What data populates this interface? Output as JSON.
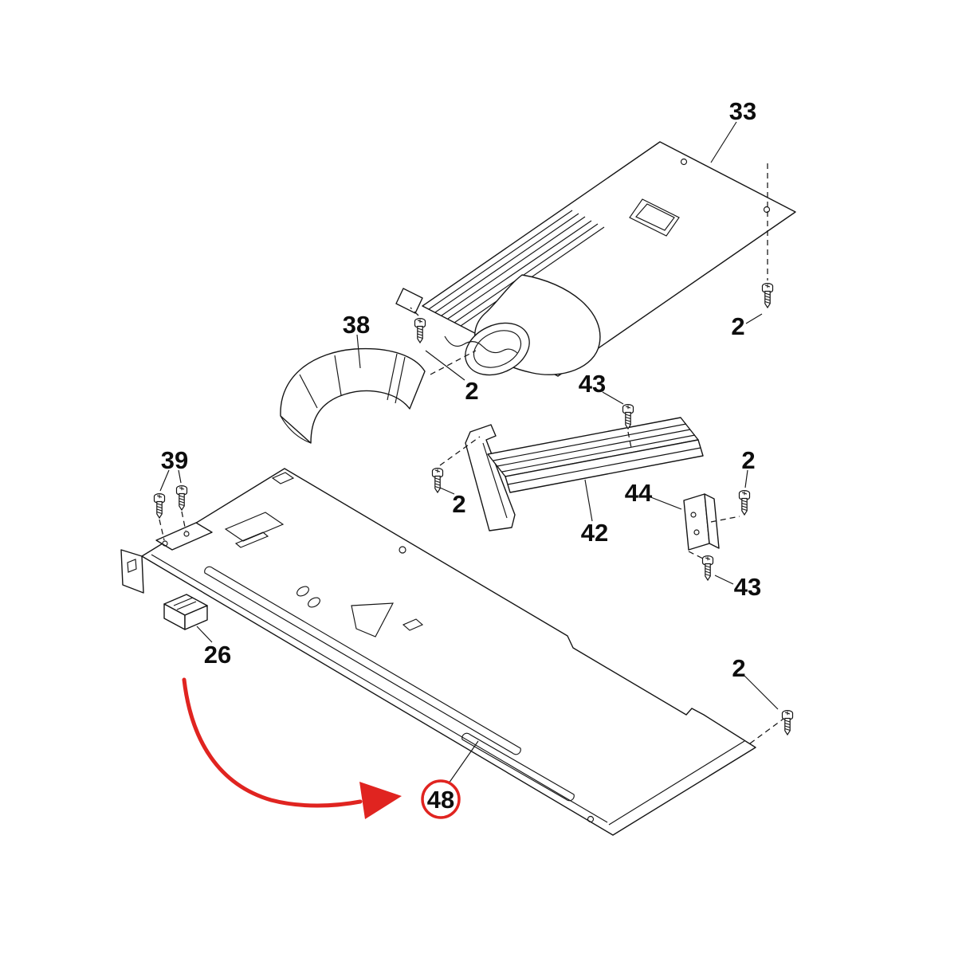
{
  "diagram": {
    "colors": {
      "callout": "#e02420",
      "ink": "#151515"
    },
    "labels": [
      {
        "part": "top-blower-panel",
        "text": "33"
      },
      {
        "part": "elbow-duct",
        "text": "38"
      },
      {
        "part": "screw-elbow-area",
        "text": "2"
      },
      {
        "part": "screw-right-of-panel",
        "text": "2"
      },
      {
        "part": "screw-rail-top",
        "text": "43"
      },
      {
        "part": "screw-rail-left",
        "text": "2"
      },
      {
        "part": "rail-channel",
        "text": "42"
      },
      {
        "part": "angle-bracket",
        "text": "44"
      },
      {
        "part": "screw-bracket-right",
        "text": "2"
      },
      {
        "part": "screw-bracket-lower",
        "text": "43"
      },
      {
        "part": "screws-left-pair",
        "text": "39"
      },
      {
        "part": "small-block",
        "text": "26"
      },
      {
        "part": "screw-bottom-right",
        "text": "2"
      },
      {
        "part": "base-panel-highlight",
        "text": "48"
      }
    ]
  }
}
